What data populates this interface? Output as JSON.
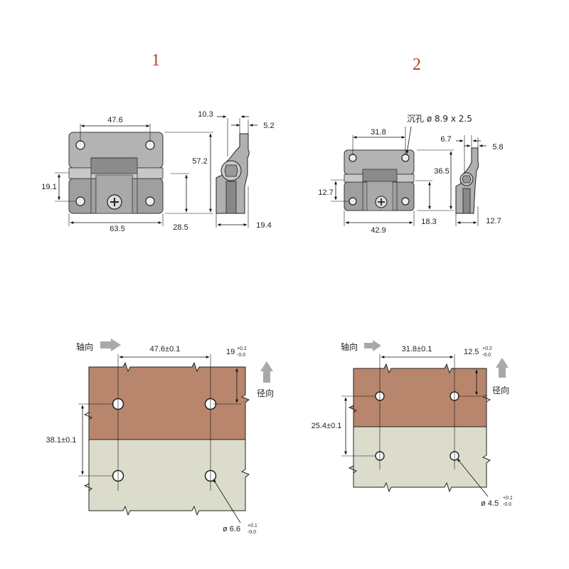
{
  "titles": {
    "left": "1",
    "right": "2"
  },
  "hinge1": {
    "dims": {
      "hole_spacing": "47.6",
      "height": "57.2",
      "side_offset_top": "10.3",
      "side_thickness": "5.2",
      "hole_vertical": "19.1",
      "width": "63.5",
      "half_height": "28.5",
      "depth": "19.4"
    }
  },
  "hinge2": {
    "countersink": "沉孔 ø 8.9 x 2.5",
    "dims": {
      "hole_spacing": "31.8",
      "side_offset_top": "6.7",
      "side_thickness": "5.8",
      "height": "36.5",
      "hole_vertical": "12.7",
      "half_height": "18.3",
      "width": "42.9",
      "depth": "12.7"
    }
  },
  "mount1": {
    "axial_label": "轴向",
    "radial_label": "径向",
    "hole_spacing": "47.6±0.1",
    "edge_distance": "19",
    "edge_tol_plus": "+0.2",
    "edge_tol_minus": "-0.0",
    "vertical_spacing": "38.1±0.1",
    "hole_dia": "ø 6.6",
    "hole_tol_plus": "+0.1",
    "hole_tol_minus": "-0.0"
  },
  "mount2": {
    "axial_label": "轴向",
    "radial_label": "径向",
    "hole_spacing": "31.8±0.1",
    "edge_distance": "12.5",
    "edge_tol_plus": "+0.2",
    "edge_tol_minus": "-0.0",
    "vertical_spacing": "25.4±0.1",
    "hole_dia": "ø 4.5",
    "hole_tol_plus": "+0.1",
    "hole_tol_minus": "-0.0"
  },
  "colors": {
    "wood_top": "#b8866c",
    "wood_bottom": "#dcdccc",
    "hinge_fill": "#9c9c9c",
    "title_red": "#c0392b",
    "arrow_gray": "#a9a9a9"
  }
}
